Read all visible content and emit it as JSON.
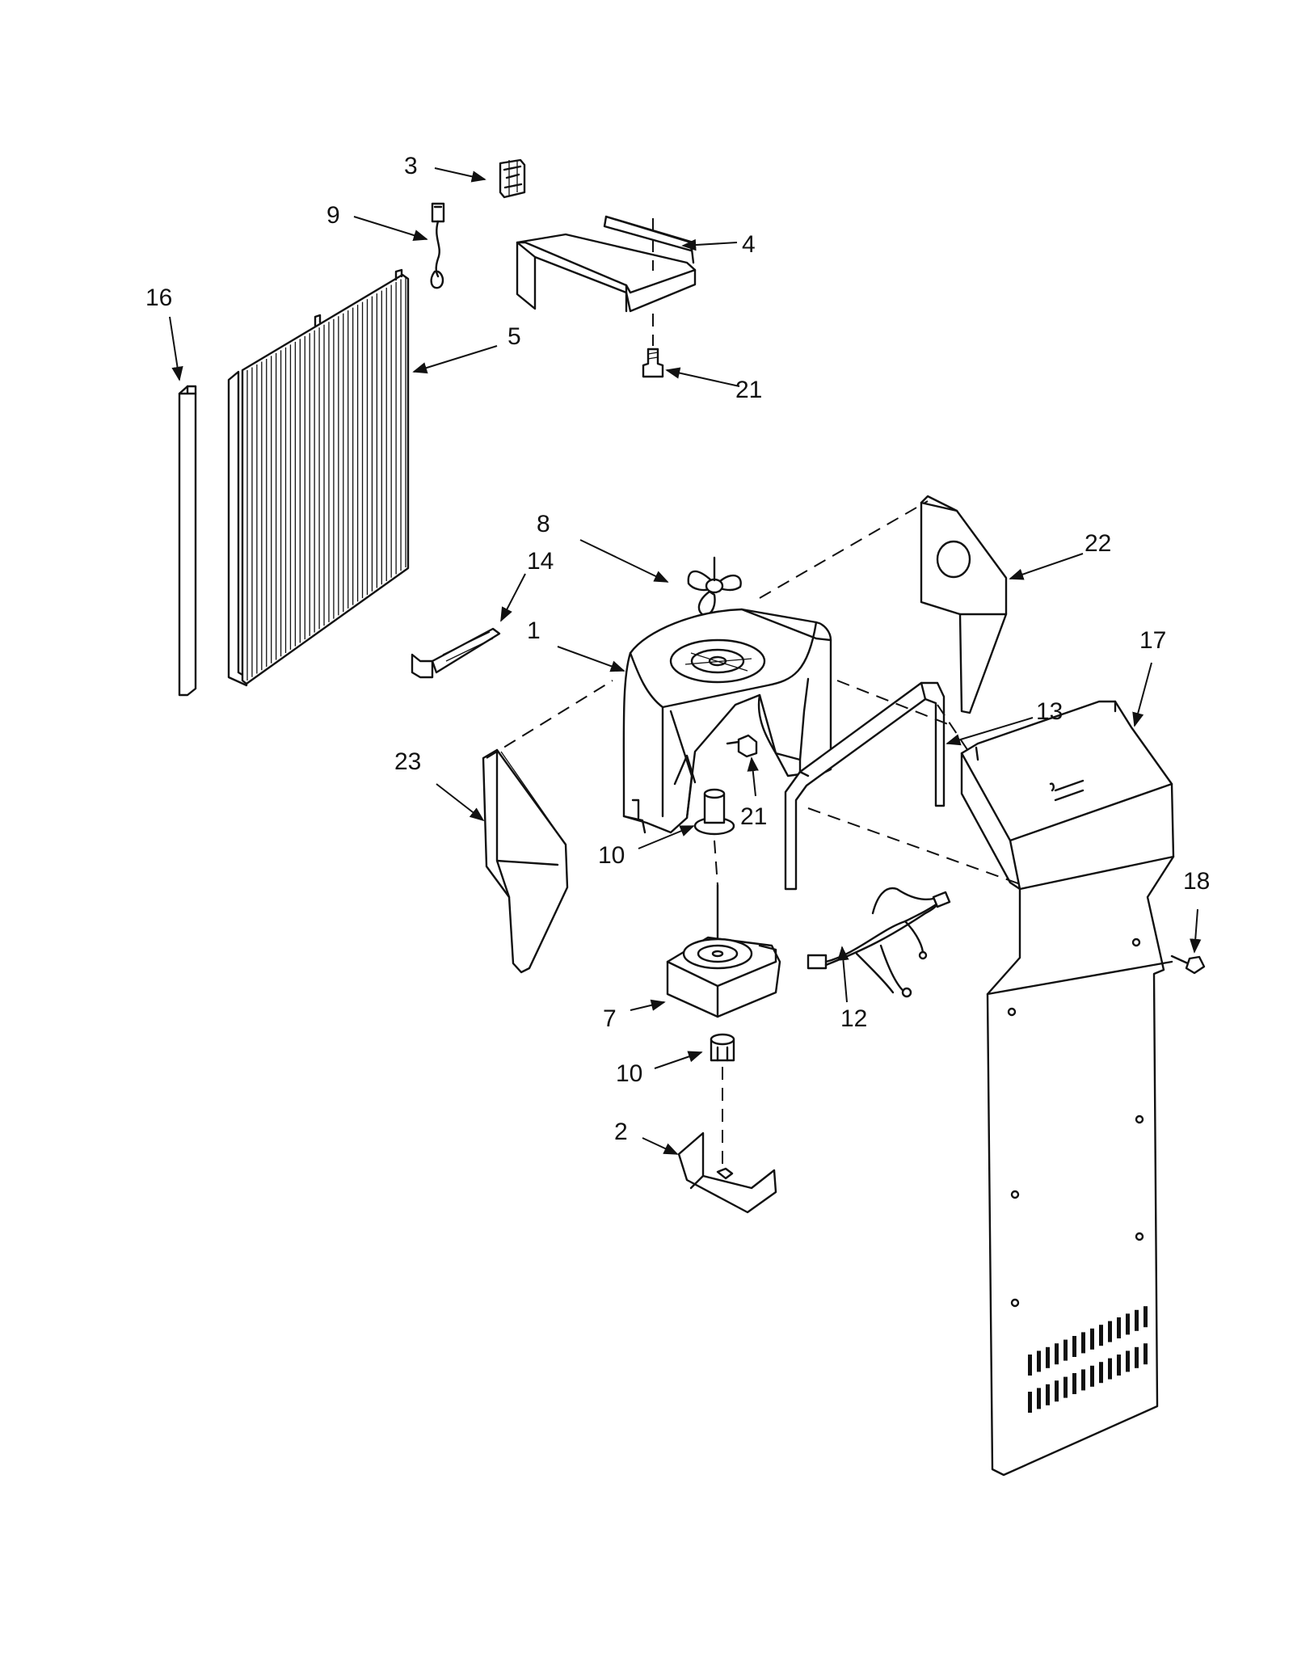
{
  "labels": {
    "p1": "1",
    "p2": "2",
    "p3": "3",
    "p4": "4",
    "p5": "5",
    "p7": "7",
    "p8": "8",
    "p9": "9",
    "p10a": "10",
    "p10b": "10",
    "p12": "12",
    "p13": "13",
    "p14": "14",
    "p16": "16",
    "p17": "17",
    "p18": "18",
    "p21a": "21",
    "p21b": "21",
    "p22": "22",
    "p23": "23"
  }
}
